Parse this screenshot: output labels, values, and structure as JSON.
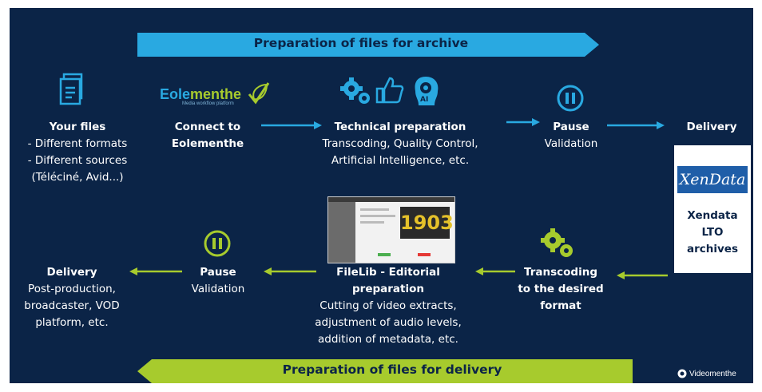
{
  "banners": {
    "top": "Preparation of files for archive",
    "bottom": "Preparation of files for delivery"
  },
  "top_row": {
    "your_files": {
      "title": "Your files",
      "lines": [
        "- Different formats",
        "- Different sources",
        "(Téléciné, Avid...)"
      ]
    },
    "connect": {
      "logo": "Eolementhe",
      "logo_part1": "Eole",
      "logo_part2": "menthe",
      "tagline": "Media workflow platform",
      "lines": [
        "Connect to",
        "Eolementhe"
      ]
    },
    "technical": {
      "title": "Technical preparation",
      "lines": [
        "Transcoding, Quality Control,",
        "Artificial Intelligence, etc."
      ],
      "icon_ai_label": "AI"
    },
    "pause": {
      "title": "Pause",
      "sub": "Validation"
    },
    "delivery": {
      "title": "Delivery"
    }
  },
  "xendata": {
    "logo": "XenData",
    "lines": [
      "Xendata",
      "LTO",
      "archives"
    ]
  },
  "bottom_row": {
    "transcoding": {
      "lines": [
        "Transcoding",
        "to the desired",
        "format"
      ]
    },
    "filelib": {
      "title_lines": [
        "FileLib - Editorial",
        "preparation"
      ],
      "lines": [
        "Cutting of video extracts,",
        "adjustment of audio levels,",
        "addition of metadata, etc."
      ],
      "thumb_text": "1903"
    },
    "pause": {
      "title": "Pause",
      "sub": "Validation"
    },
    "delivery": {
      "title": "Delivery",
      "lines": [
        "Post-production,",
        "broadcaster, VOD",
        "platform, etc."
      ]
    }
  },
  "footer": {
    "brand": "Videomenthe"
  },
  "colors": {
    "background": "#0b2447",
    "blue_accent": "#29a9e1",
    "green_accent": "#a7cb2d",
    "white": "#ffffff"
  }
}
